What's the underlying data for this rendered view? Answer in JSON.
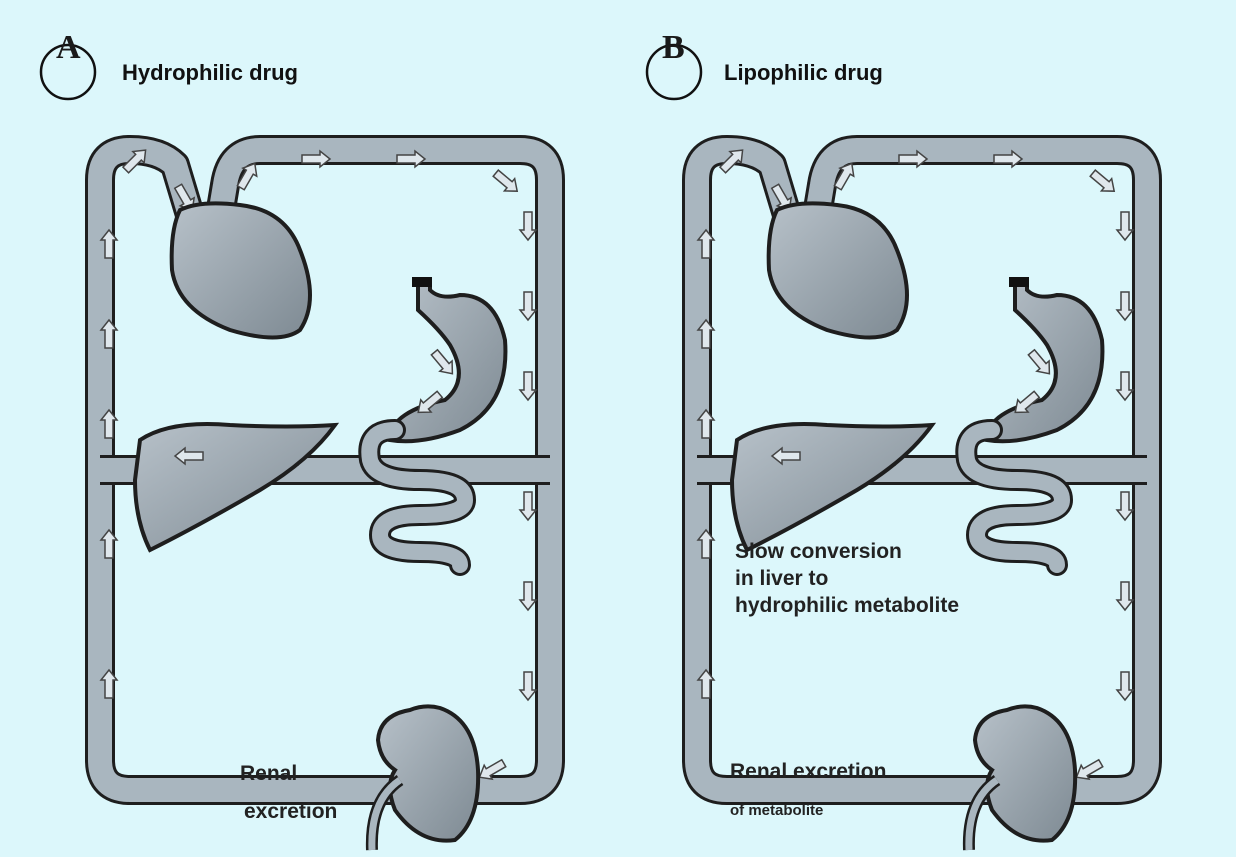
{
  "panels": [
    {
      "letter": "A",
      "title": "Hydrophilic drug",
      "renal_line1": "Renal",
      "renal_line2": "excretion"
    },
    {
      "letter": "B",
      "title": "Lipophilic drug",
      "liver_line1": "Slow conversion",
      "liver_line2": "in liver to",
      "liver_line3": "hydrophilic metabolite",
      "renal_line1": "Renal excretion",
      "renal_line2": "of metabolite"
    }
  ],
  "colors": {
    "background": "#dcf7fb",
    "vessel_fill": "#a9b6bf",
    "vessel_outline": "#1e1e1e",
    "organ_fill": "#8f9aa3",
    "arrow_fill": "#dfe7ec"
  },
  "icons": [
    "heart-icon",
    "stomach-icon",
    "liver-icon",
    "intestine-icon",
    "kidney-icon",
    "flow-arrow-icon"
  ]
}
